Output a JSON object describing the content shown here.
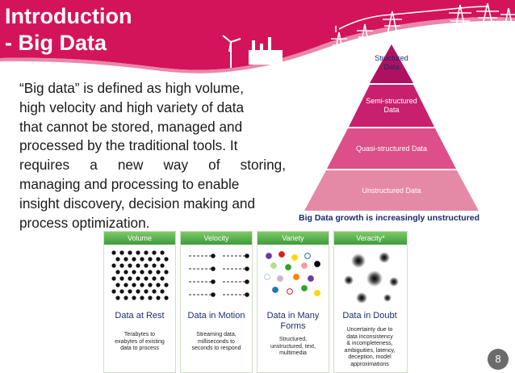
{
  "title": {
    "line1": "Introduction",
    "line2": "- Big Data"
  },
  "body": {
    "lines": [
      "“Big data” is defined as high volume,",
      "high velocity and high variety of data",
      "that cannot be stored, managed and",
      "processed by the traditional tools. It",
      "requires a new way of storing,",
      "managing and processing to enable",
      "insight discovery, decision making and",
      "process optimization."
    ]
  },
  "pyramid": {
    "tiers": [
      {
        "lines": [
          "Structured",
          "Data"
        ],
        "color": "#b01060"
      },
      {
        "lines": [
          "Semi-structured",
          "Data"
        ],
        "color": "#c8206e"
      },
      {
        "lines": [
          "Quasi-structured Data"
        ],
        "color": "#dc4f88"
      },
      {
        "lines": [
          "Unstructured Data"
        ],
        "color": "#e58aa6"
      }
    ],
    "caption": "Big Data growth is increasingly unstructured"
  },
  "panels": [
    {
      "header": "Volume",
      "subtitle": "Data at Rest",
      "subtitle_lines": [
        "Data at Rest"
      ],
      "desc_lines": [
        "Terabytes to",
        "exabytes of existing",
        "data to process"
      ],
      "icon": "dot-grid-icon"
    },
    {
      "header": "Velocity",
      "subtitle": "Data in Motion",
      "subtitle_lines": [
        "Data in Motion"
      ],
      "desc_lines": [
        "Streaming data,",
        "milliseconds to",
        "seconds to respond"
      ],
      "icon": "motion-arrows-icon"
    },
    {
      "header": "Variety",
      "subtitle": "Data in Many Forms",
      "subtitle_lines": [
        "Data in Many",
        "Forms"
      ],
      "desc_lines": [
        "Structured,",
        "unstructured, text,",
        "multimedia"
      ],
      "icon": "colored-dots-icon"
    },
    {
      "header": "Veracity*",
      "subtitle": "Data in Doubt",
      "subtitle_lines": [
        "Data in Doubt"
      ],
      "desc_lines": [
        "Uncertainty due to",
        "data inconsistency",
        "& incompleteness,",
        "ambiguities, latency,",
        "deception, model",
        "approximations"
      ],
      "icon": "blurred-dots-icon"
    }
  ],
  "page_number": "8",
  "colors": {
    "accent": "#d4145a",
    "panel_header": "#55ad46",
    "subtitle": "#1b2f6e",
    "caption": "#1b2a6b"
  }
}
